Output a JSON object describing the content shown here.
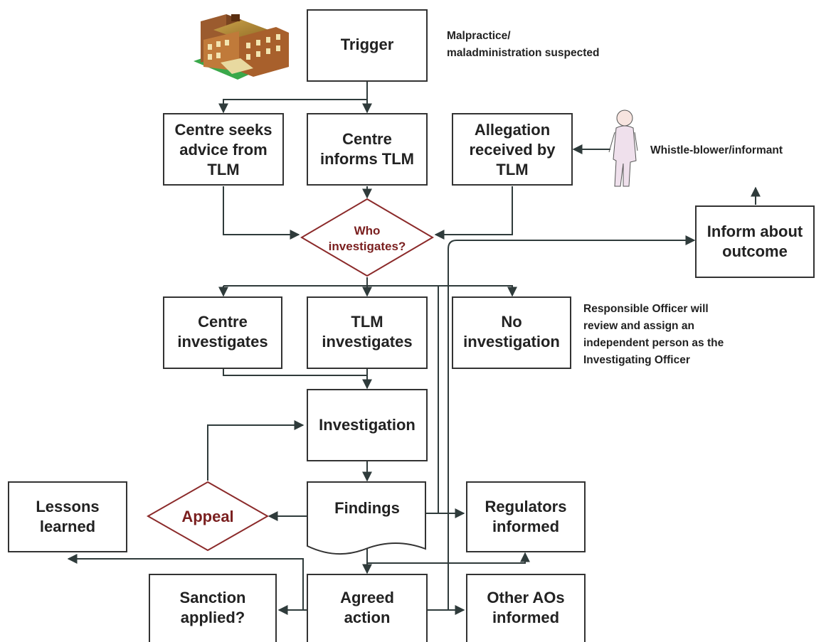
{
  "nodes": {
    "trigger": "Trigger",
    "seek_advice": [
      "Centre seeks",
      "advice from",
      "TLM"
    ],
    "informs_tlm": [
      "Centre",
      "informs TLM"
    ],
    "allegation": [
      "Allegation",
      "received by",
      "TLM"
    ],
    "who_investigates": [
      "Who",
      "investigates?"
    ],
    "inform_outcome": [
      "Inform about",
      "outcome"
    ],
    "centre_investigates": [
      "Centre",
      "investigates"
    ],
    "tlm_investigates": [
      "TLM",
      "investigates"
    ],
    "no_investigation": [
      "No",
      "investigation"
    ],
    "investigation": "Investigation",
    "findings": "Findings",
    "appeal": "Appeal",
    "lessons": [
      "Lessons",
      "learned"
    ],
    "regulators": [
      "Regulators",
      "informed"
    ],
    "sanction": [
      "Sanction",
      "applied?"
    ],
    "agreed_action": [
      "Agreed",
      "action"
    ],
    "other_aos": [
      "Other AOs",
      "informed"
    ]
  },
  "notes": {
    "malpractice": [
      "Malpractice/",
      "maladministration suspected"
    ],
    "whistleblower": "Whistle-blower/informant",
    "responsible_officer": [
      "Responsible Officer  will",
      "review and assign an",
      "independent person as the",
      "Investigating Officer"
    ]
  },
  "colors": {
    "line": "#2f3b3b",
    "box_border": "#333333",
    "decision_border": "#8b2a2a",
    "decision_text": "#7a1f1f"
  }
}
